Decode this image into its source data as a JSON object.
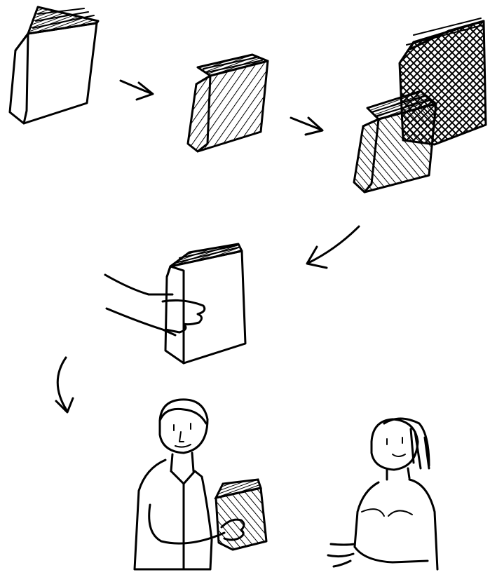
{
  "figure": {
    "kind": "hand-drawn sequence illustration",
    "ink_color": "#000000",
    "background_color": "#ffffff",
    "steps": [
      {
        "name": "blank-book",
        "icon": "book-outline"
      },
      {
        "name": "filled-book",
        "icon": "book-hatched"
      },
      {
        "name": "two-books",
        "icon": "book-stack"
      },
      {
        "name": "hand-holding-book",
        "icon": "hand-book"
      },
      {
        "name": "man-giving-book",
        "icon": "person-male"
      },
      {
        "name": "woman-receiving",
        "icon": "person-female"
      }
    ],
    "arrows": 4
  }
}
